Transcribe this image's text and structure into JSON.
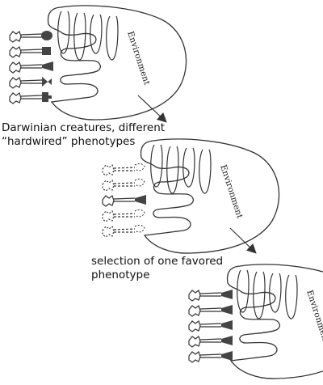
{
  "diagram": {
    "environment_label": "Environment",
    "caption_darwinian_line1": "Darwinian creatures, different",
    "caption_darwinian_line2": "“hardwired” phenotypes",
    "caption_selection_line1": "selection of one favored",
    "caption_selection_line2": "phenotype"
  },
  "stages": [
    {
      "name": "darwinian-stage",
      "creatures": [
        {
          "tip": "blob",
          "style": "solid"
        },
        {
          "tip": "square",
          "style": "solid"
        },
        {
          "tip": "wedge",
          "style": "solid"
        },
        {
          "tip": "bowtie",
          "style": "solid"
        },
        {
          "tip": "cross",
          "style": "solid"
        }
      ]
    },
    {
      "name": "selection-stage",
      "creatures": [
        {
          "tip": "open",
          "style": "dashed"
        },
        {
          "tip": "open",
          "style": "dashed"
        },
        {
          "tip": "cone",
          "style": "solid"
        },
        {
          "tip": "open",
          "style": "dashed"
        },
        {
          "tip": "open",
          "style": "dashed"
        }
      ]
    },
    {
      "name": "replicated-stage",
      "creatures": [
        {
          "tip": "cone",
          "style": "solid"
        },
        {
          "tip": "cone",
          "style": "solid"
        },
        {
          "tip": "cone",
          "style": "solid"
        },
        {
          "tip": "cone",
          "style": "solid"
        },
        {
          "tip": "cone",
          "style": "solid"
        }
      ]
    }
  ],
  "colors": {
    "line": "#333333",
    "fill": "#444444",
    "arrow": "#333333"
  }
}
